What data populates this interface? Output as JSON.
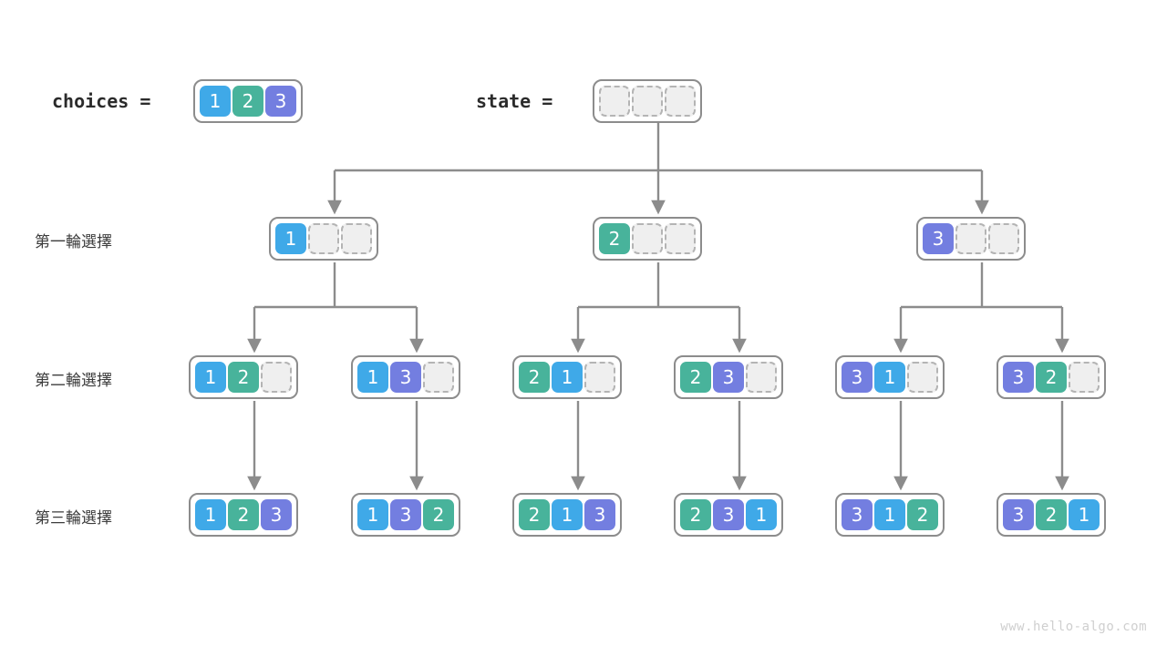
{
  "watermark": "www.hello-algo.com",
  "palette": {
    "one": "#3fa9e8",
    "two": "#48b39b",
    "three": "#737ee0",
    "empty_fill": "#efefef",
    "empty_border": "#b4b4b4",
    "node_border": "#8c8c8c",
    "edge": "#8c8c8c",
    "text": "#3c3c3c"
  },
  "header": {
    "choices_label": "choices =",
    "state_label": "state ="
  },
  "row_labels": [
    "第一輪選擇",
    "第二輪選擇",
    "第三輪選擇"
  ],
  "choices": {
    "name": "choices",
    "cells": [
      "1",
      "2",
      "3"
    ]
  },
  "state": {
    "name": "state",
    "cells": [
      "",
      "",
      ""
    ]
  },
  "levels": [
    {
      "label": "第一輪選擇",
      "nodes": [
        {
          "cells": [
            "1",
            "",
            ""
          ]
        },
        {
          "cells": [
            "2",
            "",
            ""
          ]
        },
        {
          "cells": [
            "3",
            "",
            ""
          ]
        }
      ]
    },
    {
      "label": "第二輪選擇",
      "nodes": [
        {
          "cells": [
            "1",
            "2",
            ""
          ]
        },
        {
          "cells": [
            "1",
            "3",
            ""
          ]
        },
        {
          "cells": [
            "2",
            "1",
            ""
          ]
        },
        {
          "cells": [
            "2",
            "3",
            ""
          ]
        },
        {
          "cells": [
            "3",
            "1",
            ""
          ]
        },
        {
          "cells": [
            "3",
            "2",
            ""
          ]
        }
      ]
    },
    {
      "label": "第三輪選擇",
      "nodes": [
        {
          "cells": [
            "1",
            "2",
            "3"
          ]
        },
        {
          "cells": [
            "1",
            "3",
            "2"
          ]
        },
        {
          "cells": [
            "2",
            "1",
            "3"
          ]
        },
        {
          "cells": [
            "2",
            "3",
            "1"
          ]
        },
        {
          "cells": [
            "3",
            "1",
            "2"
          ]
        },
        {
          "cells": [
            "3",
            "2",
            "1"
          ]
        }
      ]
    }
  ]
}
